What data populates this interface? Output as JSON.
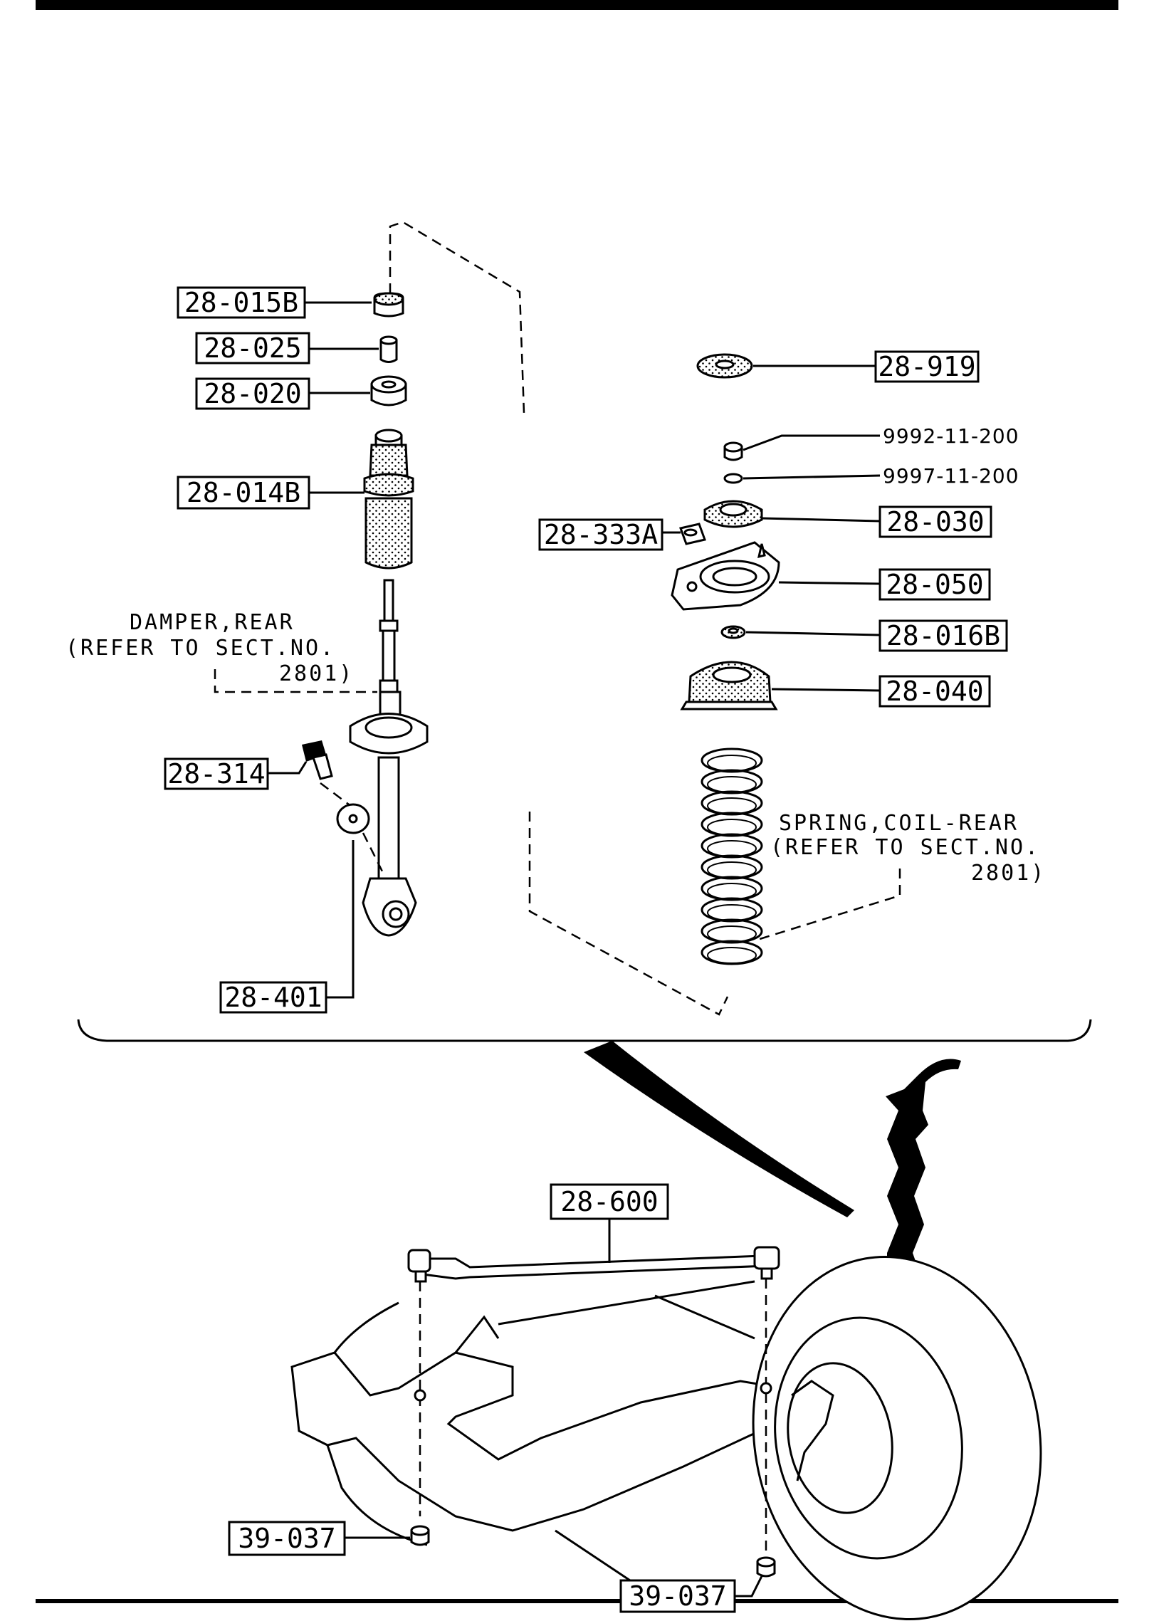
{
  "parts": {
    "p28_015B": "28-015B",
    "p28_025": "28-025",
    "p28_020": "28-020",
    "p28_014B": "28-014B",
    "p28_314": "28-314",
    "p28_401": "28-401",
    "p28_919": "28-919",
    "p9992": "9992-11-200",
    "p9997": "9997-11-200",
    "p28_030": "28-030",
    "p28_333A": "28-333A",
    "p28_050": "28-050",
    "p28_016B": "28-016B",
    "p28_040": "28-040",
    "p28_600": "28-600",
    "p39_037_left": "39-037",
    "p39_037_right": "39-037"
  },
  "notes": {
    "damper_line1": "DAMPER,REAR",
    "damper_line2": "(REFER TO SECT.NO.",
    "damper_line3": "2801)",
    "spring_line1": "SPRING,COIL-REAR",
    "spring_line2": "(REFER TO SECT.NO.",
    "spring_line3": "2801)"
  }
}
